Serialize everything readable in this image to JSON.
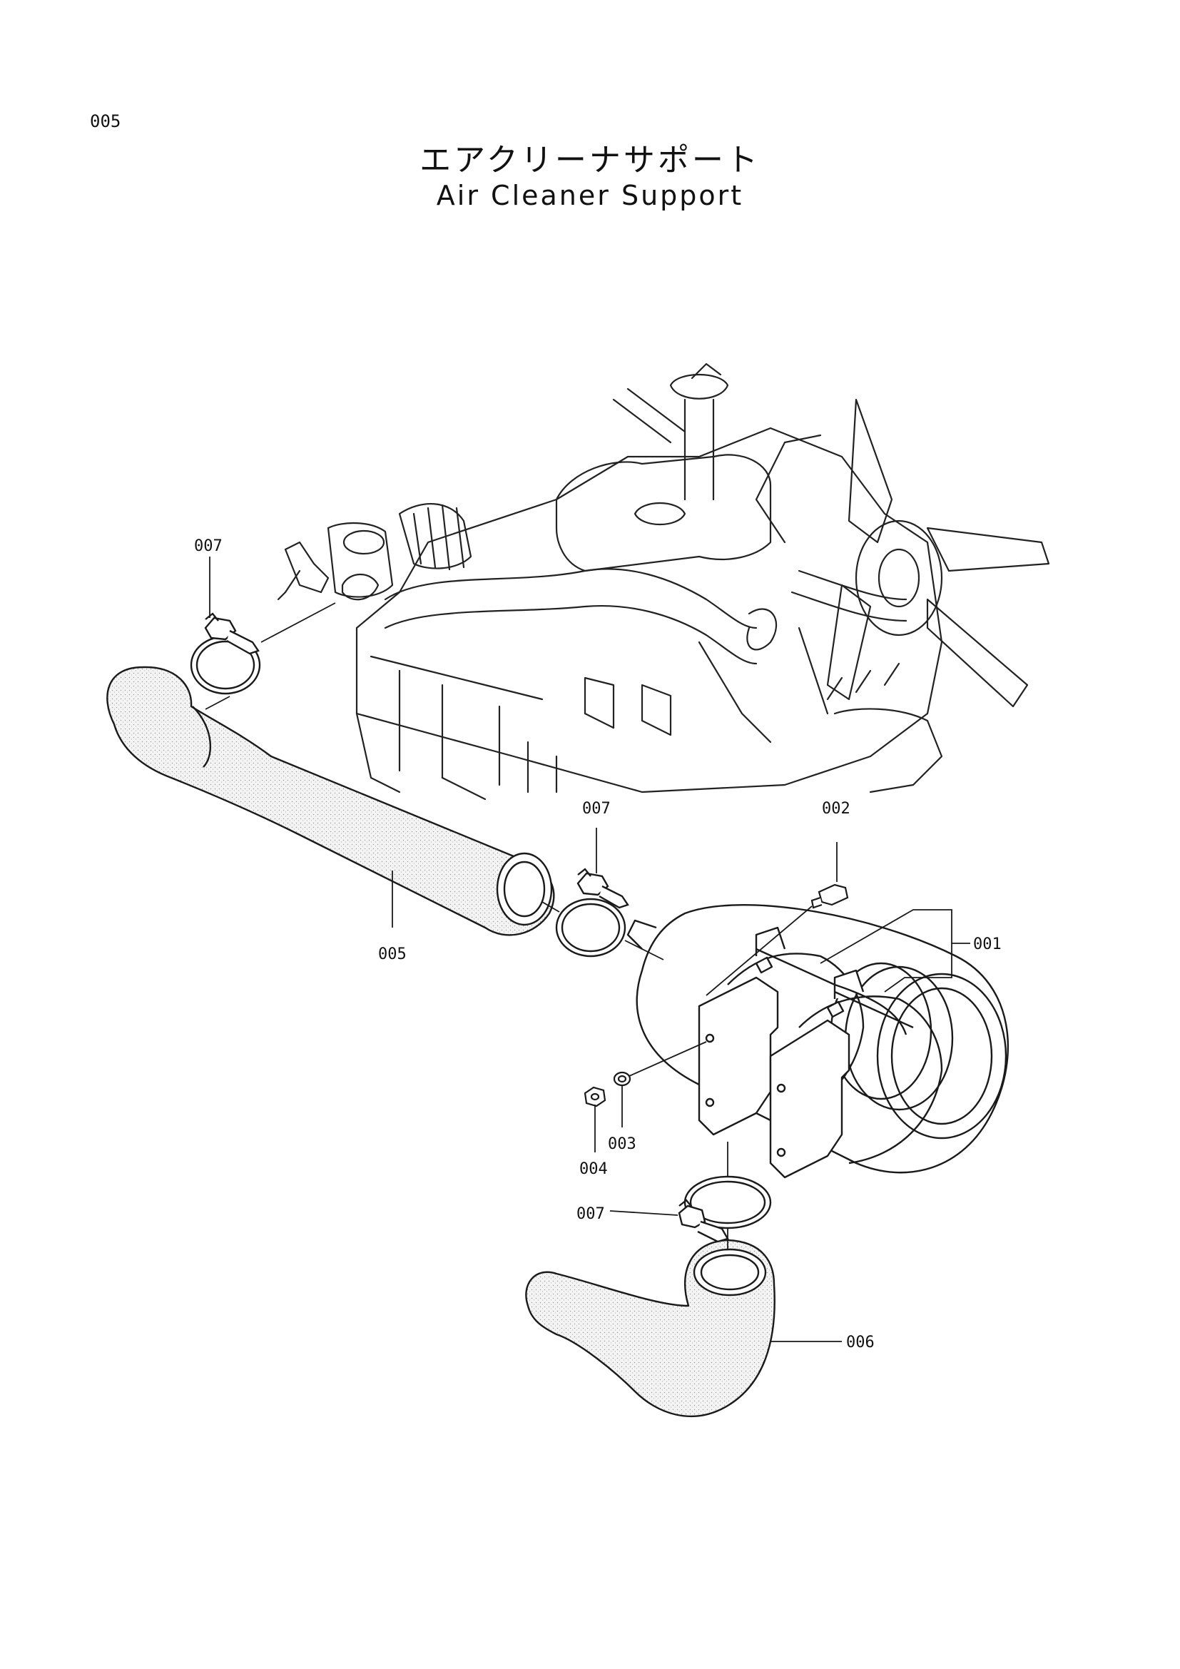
{
  "header": {
    "page_number": "005",
    "title_jp": "エアクリーナサポート",
    "title_en": "Air Cleaner Support"
  },
  "callouts": {
    "c001": "001",
    "c002": "002",
    "c003": "003",
    "c004": "004",
    "c005": "005",
    "c006": "006",
    "c007_upper": "007",
    "c007_middle": "007",
    "c007_lower": "007"
  },
  "colors": {
    "line": "#1a1a1a",
    "hose_fill": "#ededed"
  }
}
